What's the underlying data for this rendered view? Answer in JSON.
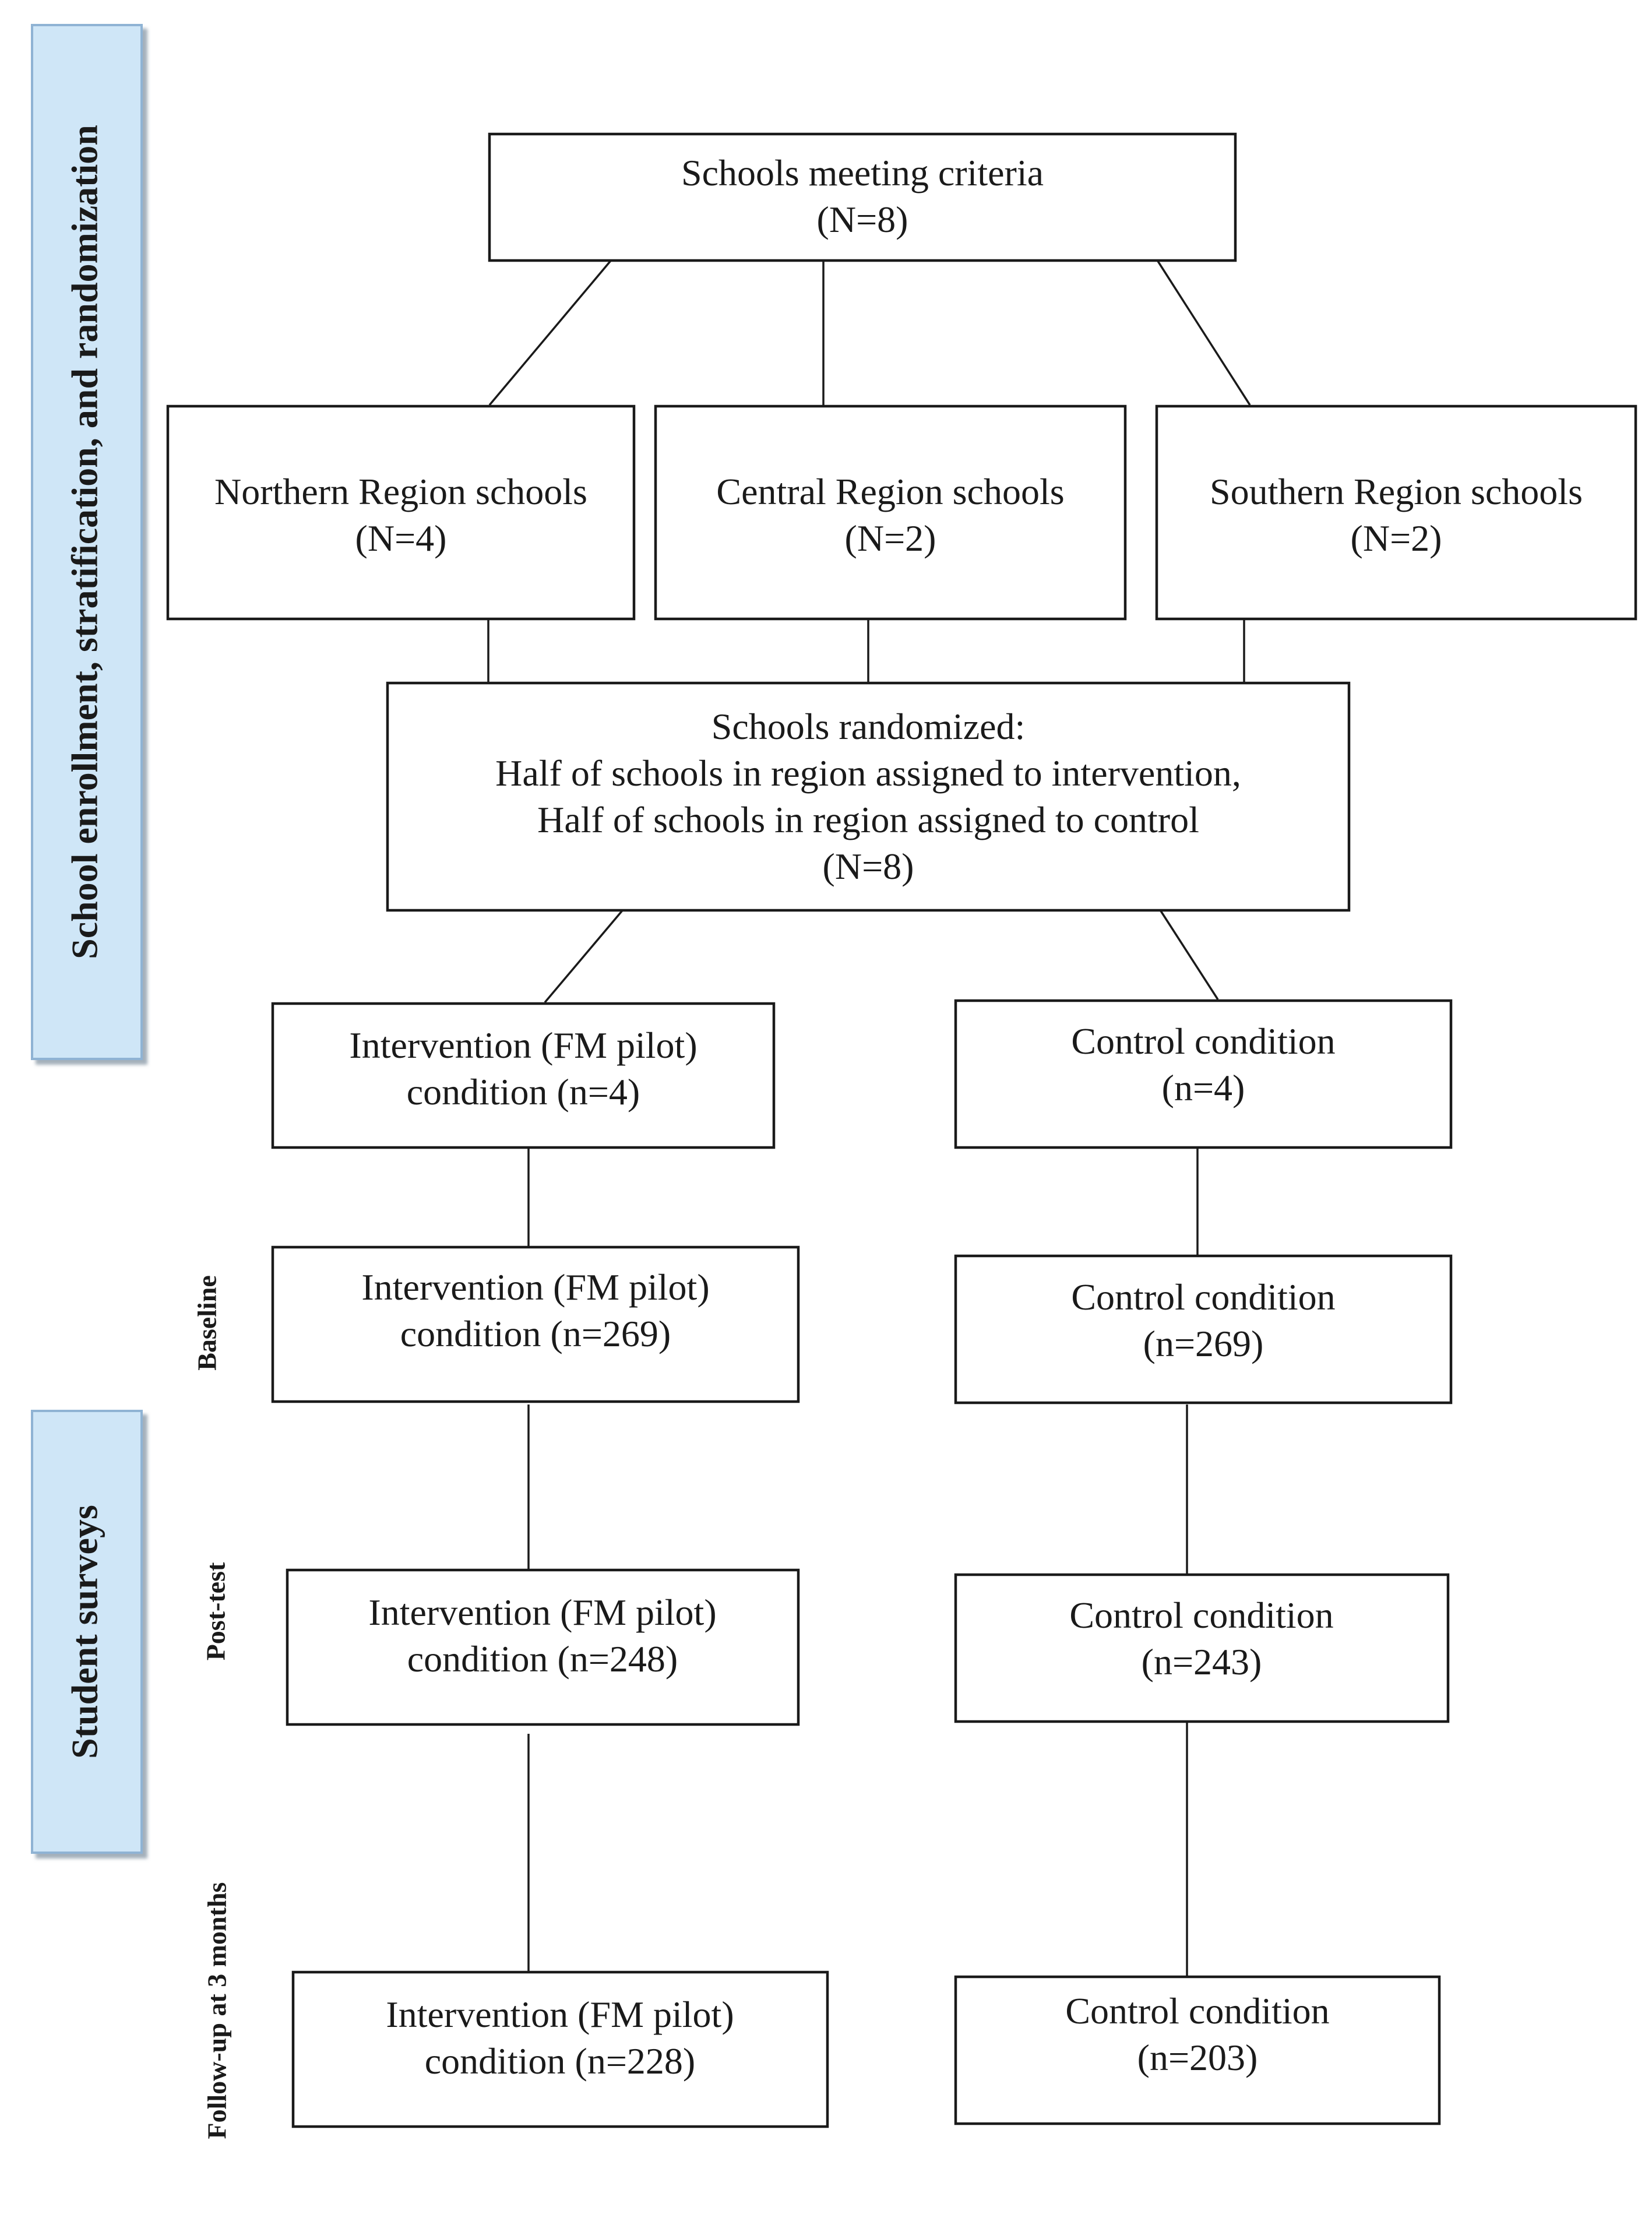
{
  "side_labels": {
    "enrollment": "School enrollment, stratification, and randomization",
    "surveys": "Student surveys"
  },
  "phase_labels": {
    "baseline": "Baseline",
    "posttest": "Post-test",
    "followup": "Follow-up at 3 months"
  },
  "nodes": {
    "criteria": [
      "Schools meeting criteria",
      "(N=8)"
    ],
    "northern": [
      "Northern Region schools",
      "(N=4)"
    ],
    "central": [
      "Central Region schools",
      "(N=2)"
    ],
    "southern": [
      "Southern Region schools",
      "(N=2)"
    ],
    "randomized": [
      "Schools randomized:",
      "Half of schools in region assigned to intervention,",
      "Half of schools in region assigned to control",
      "(N=8)"
    ],
    "int_cond": [
      "Intervention (FM pilot)",
      "condition (n=4)"
    ],
    "ctl_cond": [
      "Control condition",
      "(n=4)"
    ],
    "int_base": [
      "Intervention (FM pilot)",
      "condition (n=269)"
    ],
    "ctl_base": [
      "Control condition",
      "(n=269)"
    ],
    "int_post": [
      "Intervention (FM pilot)",
      "condition (n=248)"
    ],
    "ctl_post": [
      "Control condition",
      "(n=243)"
    ],
    "int_follow": [
      "Intervention (FM pilot)",
      "condition (n=228)"
    ],
    "ctl_follow": [
      "Control condition",
      "(n=203)"
    ]
  }
}
